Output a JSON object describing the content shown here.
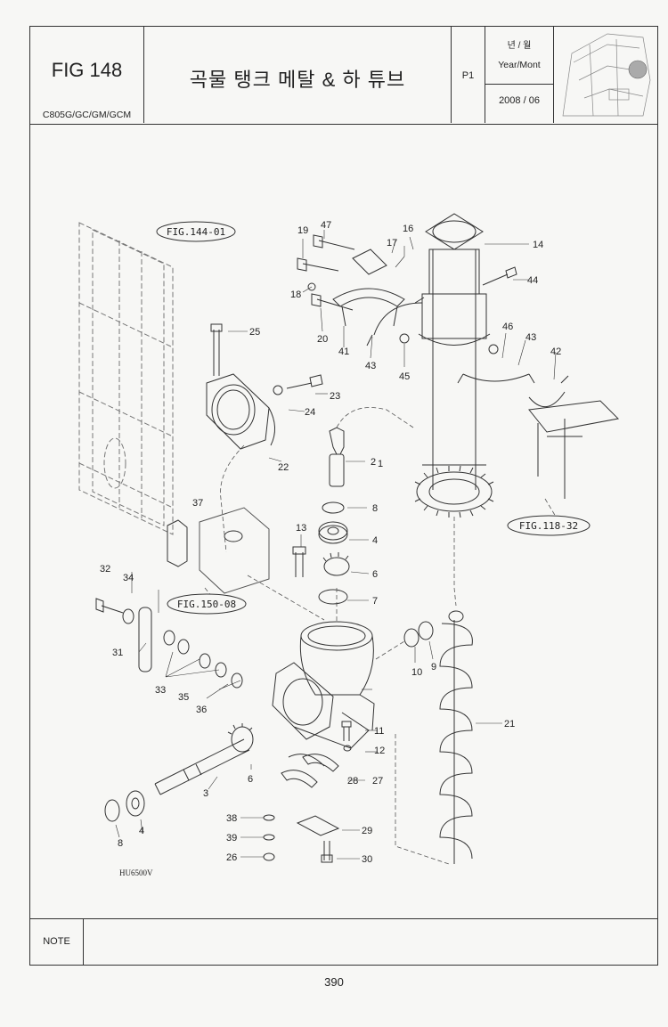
{
  "header": {
    "figure": "FIG 148",
    "models": "C805G/GC/GM/GCM",
    "title": "곡물 탱크 메탈 & 하 튜브",
    "page_code": "P1",
    "year_label_korean": "년 / 월",
    "year_label_english": "Year/Mont",
    "year_value": "2008 / 06"
  },
  "diagram": {
    "references": [
      "FIG.144-01",
      "FIG.118-32",
      "FIG.150-08"
    ],
    "drawing_code": "HU6500V",
    "part_numbers": [
      "1",
      "2",
      "3",
      "4",
      "4",
      "6",
      "6",
      "7",
      "8",
      "8",
      "9",
      "10",
      "11",
      "12",
      "13",
      "14",
      "16",
      "17",
      "18",
      "19",
      "20",
      "21",
      "22",
      "23",
      "24",
      "25",
      "26",
      "27",
      "28",
      "29",
      "30",
      "31",
      "32",
      "33",
      "34",
      "35",
      "36",
      "37",
      "38",
      "39",
      "41",
      "42",
      "43",
      "43",
      "44",
      "45",
      "46",
      "47"
    ]
  },
  "note": {
    "label": "NOTE",
    "text": ""
  },
  "footer": {
    "page_number": "390"
  }
}
